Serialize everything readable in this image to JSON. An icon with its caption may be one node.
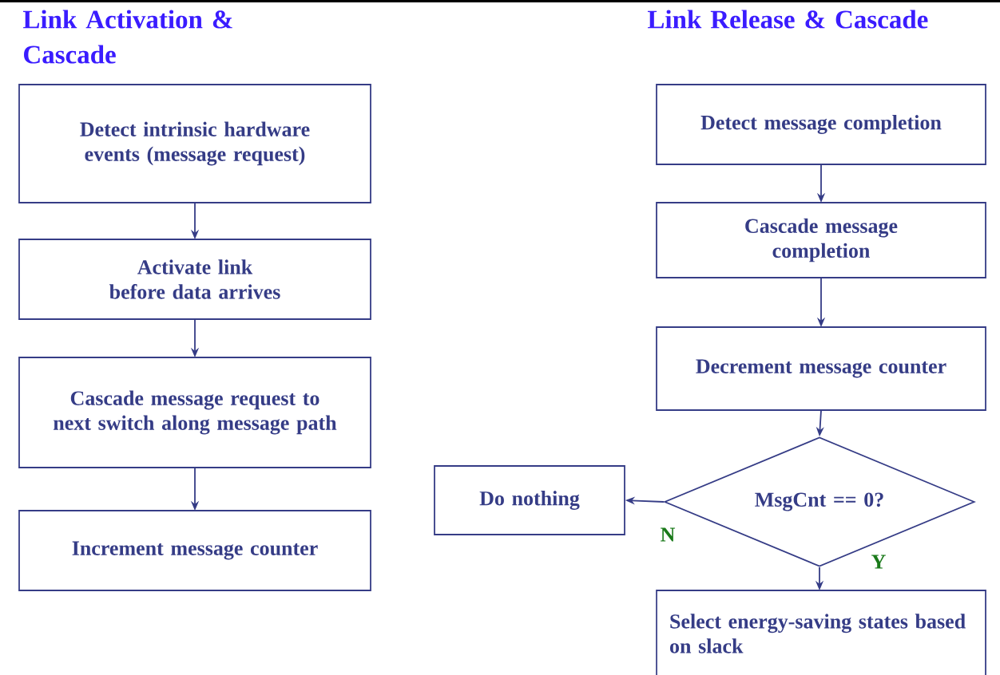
{
  "diagram": {
    "nodes": [
      {
        "text": [
          "Detect intrinsic hardware events (message request)"
        ]
      },
      {
        "text": [
          "Activate link before data arrives"
        ]
      },
      {
        "text": [
          "Cascade message request to next switch along message path"
        ]
      },
      {
        "text": [
          "Increment message counter"
        ]
      },
      {
        "text": [
          "Detect message completion"
        ]
      },
      {
        "text": [
          "Cascade message completion"
        ]
      },
      {
        "text": [
          "Decrement message counter"
        ]
      },
      {
        "text": [
          "MsgCnt == 0?"
        ]
      },
      {
        "text": [
          "Do nothing"
        ]
      },
      {
        "text": [
          "Select energy-saving states based on slack"
        ]
      }
    ],
    "edges": [
      {
        "from": 0,
        "to": 1,
        "arrow": "to"
      },
      {
        "from": 1,
        "to": 2,
        "arrow": "to"
      },
      {
        "from": 2,
        "to": 3,
        "arrow": "to"
      },
      {
        "from": 4,
        "to": 5,
        "arrow": "to"
      },
      {
        "from": 5,
        "to": 6,
        "arrow": "to"
      },
      {
        "from": 6,
        "to": 7,
        "arrow": "to"
      },
      {
        "from": 7,
        "to": 8,
        "arrow": "to",
        "label": "N"
      },
      {
        "from": 7,
        "to": 9,
        "arrow": "to",
        "label": "Y"
      }
    ],
    "labels": [
      "Link Activation & Cascade",
      "Link Release & Cascade"
    ]
  }
}
